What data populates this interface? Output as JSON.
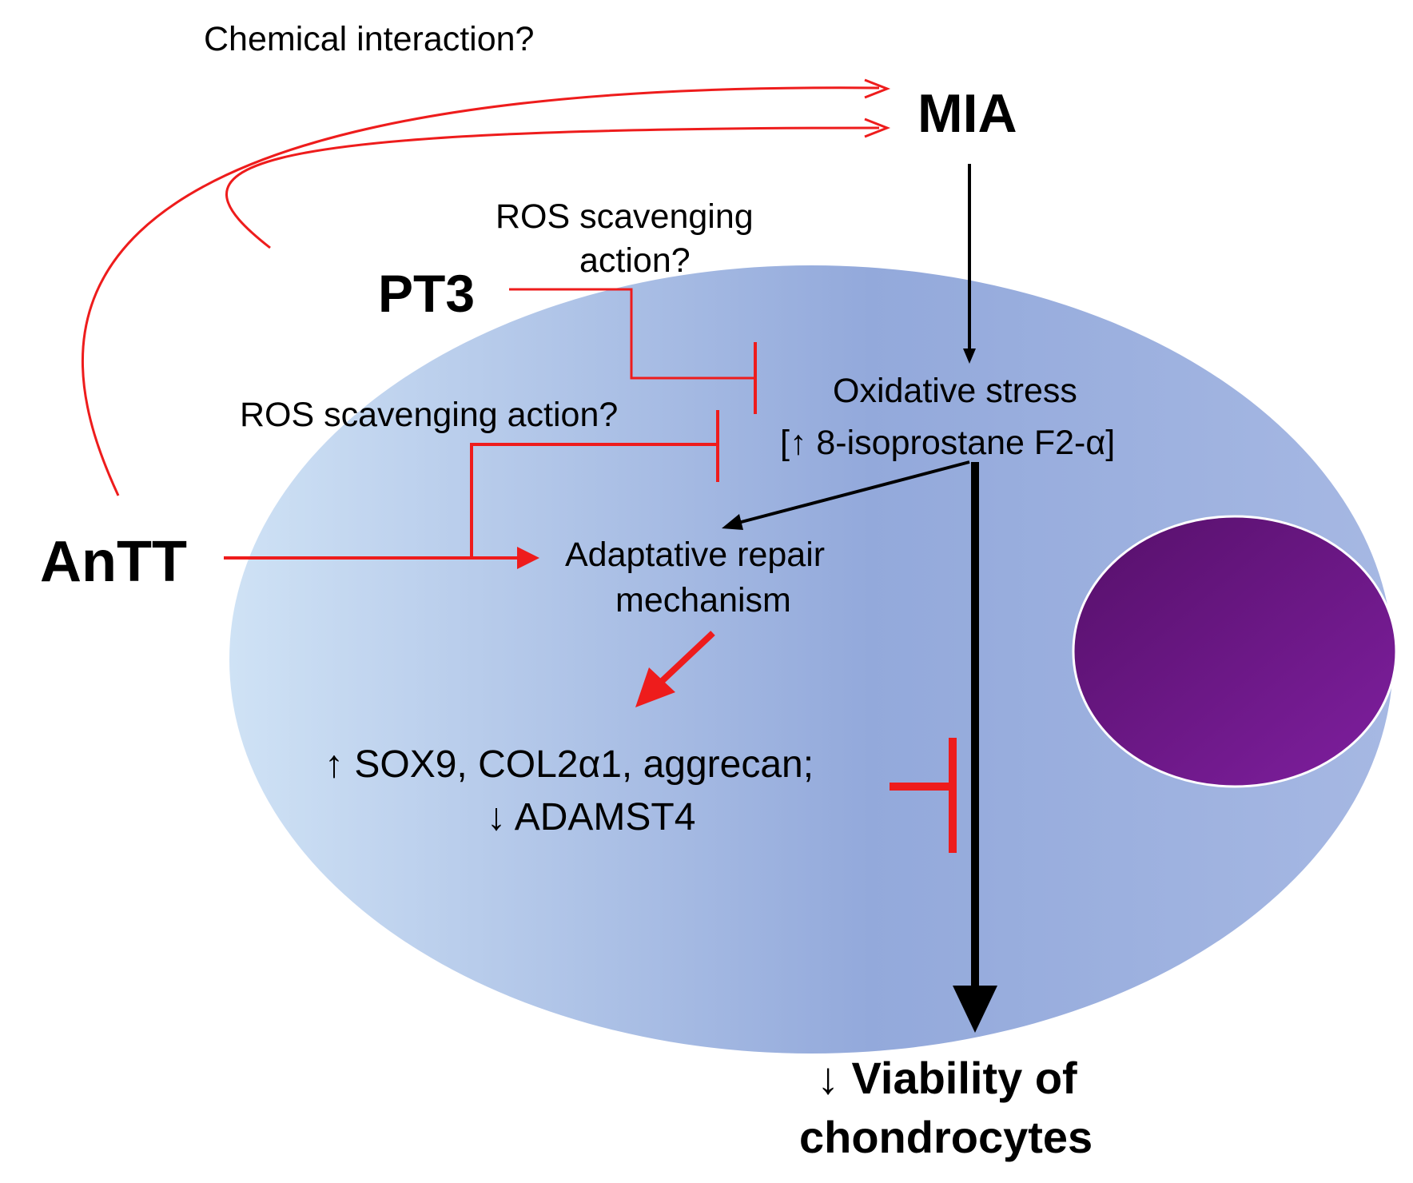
{
  "labels": {
    "chemical_interaction": "Chemical interaction?",
    "mia": "MIA",
    "pt3": "PT3",
    "antt": "AnTT",
    "ros_pt3_line1": "ROS scavenging",
    "ros_pt3_line2": "action?",
    "ros_antt": "ROS scavenging action?",
    "oxidative_line1": "Oxidative stress",
    "oxidative_line2": "[↑ 8-isoprostane F2-α]",
    "repair_line1": "Adaptative repair",
    "repair_line2": "mechanism",
    "markers_line1": "↑ SOX9, COL2α1, aggrecan;",
    "markers_line2": "↓ ADAMST4",
    "viability_line1": "↓ Viability of",
    "viability_line2": "chondrocytes"
  },
  "colors": {
    "activation_red": "#ee1c1c",
    "black": "#000000",
    "cell_light": "#cfe2f5",
    "cell_dark": "#93a9db",
    "nucleus_dark": "#56106a",
    "nucleus_light": "#7f1f9f"
  }
}
